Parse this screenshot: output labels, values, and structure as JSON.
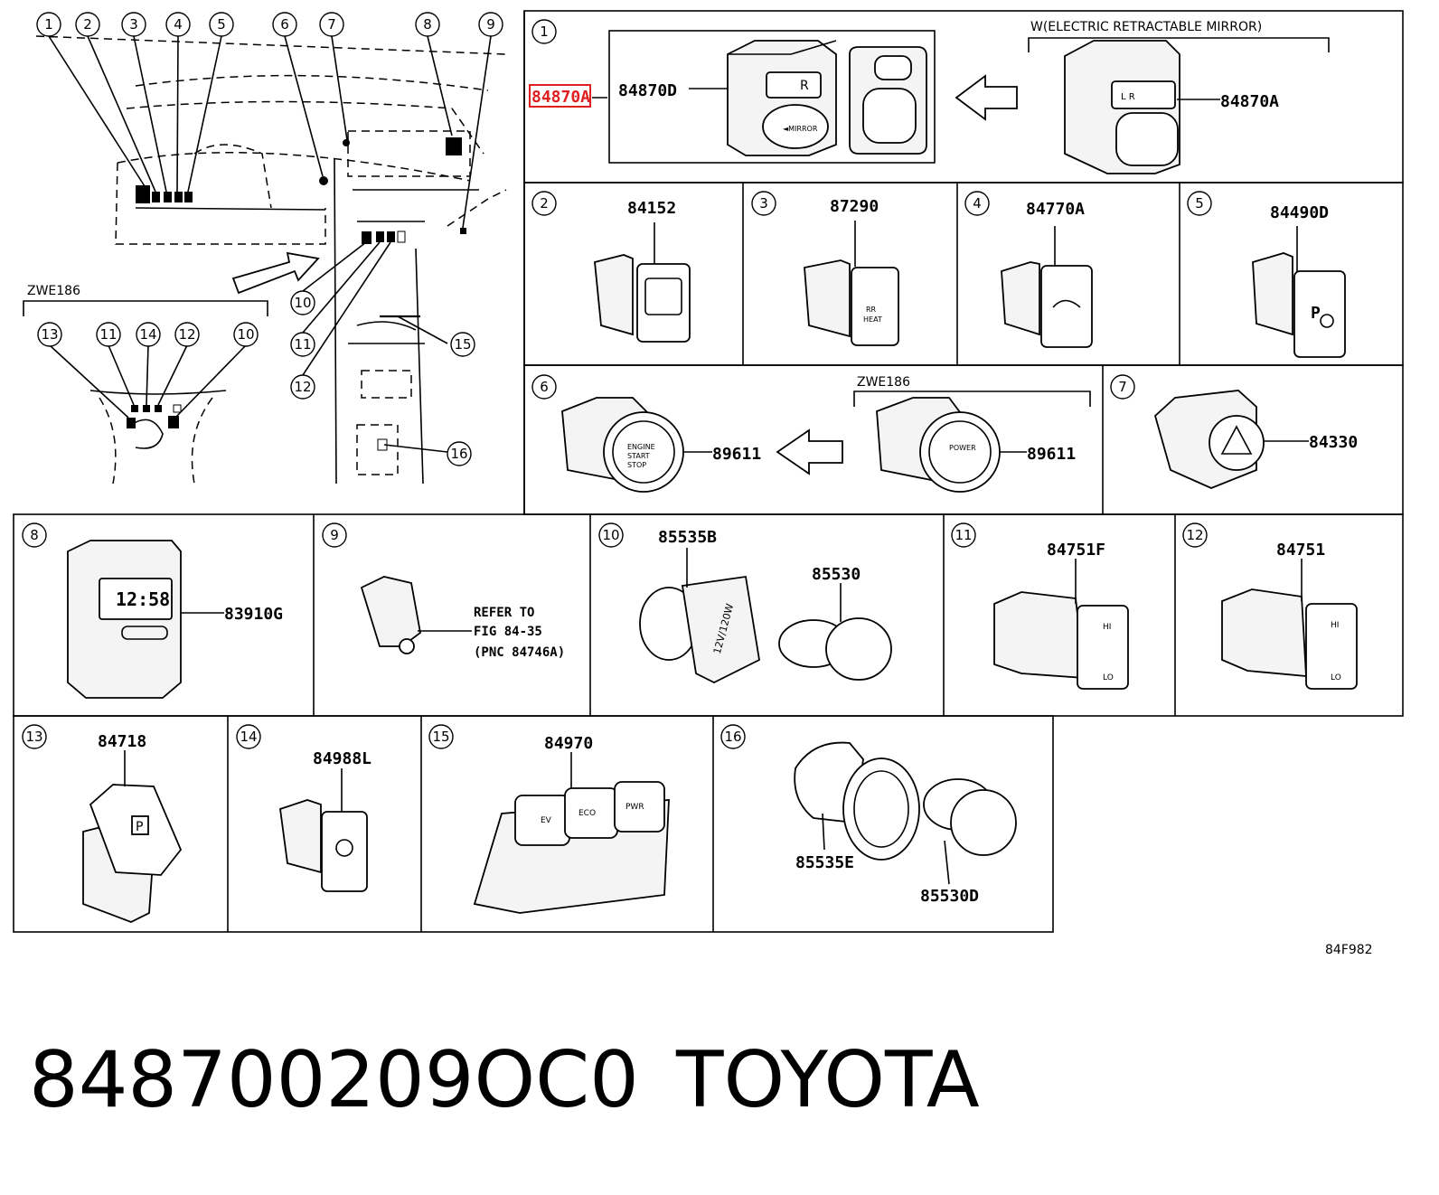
{
  "overview": {
    "callouts": [
      "1",
      "2",
      "3",
      "4",
      "5",
      "6",
      "7",
      "8",
      "9",
      "10",
      "11",
      "12",
      "15",
      "16"
    ],
    "variant_label": "ZWE186",
    "variant_callouts": [
      "13",
      "11",
      "14",
      "12",
      "10"
    ]
  },
  "cells": [
    {
      "num": "1",
      "parts": [
        "84870D",
        "84870A",
        "84870A"
      ],
      "note": "W(ELECTRIC RETRACTABLE MIRROR)",
      "highlight": "84870A"
    },
    {
      "num": "2",
      "parts": [
        "84152"
      ]
    },
    {
      "num": "3",
      "parts": [
        "87290"
      ]
    },
    {
      "num": "4",
      "parts": [
        "84770A"
      ]
    },
    {
      "num": "5",
      "parts": [
        "84490D"
      ]
    },
    {
      "num": "6",
      "parts": [
        "89611",
        "89611"
      ],
      "note": "ZWE186"
    },
    {
      "num": "7",
      "parts": [
        "84330"
      ]
    },
    {
      "num": "8",
      "parts": [
        "83910G"
      ]
    },
    {
      "num": "9",
      "parts": [],
      "refer": [
        "REFER TO",
        "FIG 84-35",
        "(PNC 84746A)"
      ]
    },
    {
      "num": "10",
      "parts": [
        "85535B",
        "85530"
      ]
    },
    {
      "num": "11",
      "parts": [
        "84751F"
      ]
    },
    {
      "num": "12",
      "parts": [
        "84751"
      ]
    },
    {
      "num": "13",
      "parts": [
        "84718"
      ]
    },
    {
      "num": "14",
      "parts": [
        "84988L"
      ]
    },
    {
      "num": "15",
      "parts": [
        "84970"
      ]
    },
    {
      "num": "16",
      "parts": [
        "85535E",
        "85530D"
      ]
    }
  ],
  "figure_code": "84F982",
  "footer": {
    "part_number": "848700209OC0",
    "brand": "TOYOTA"
  },
  "colors": {
    "highlight": "#e02020",
    "line": "#000000",
    "background": "#ffffff"
  }
}
